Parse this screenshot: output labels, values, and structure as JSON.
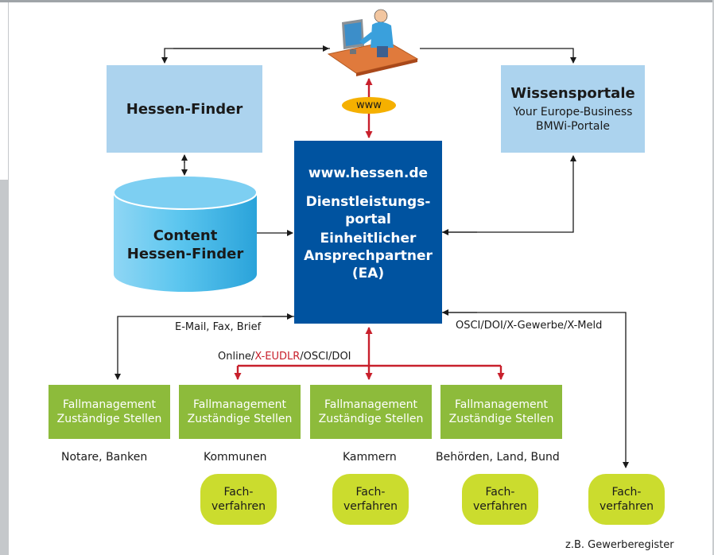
{
  "user_icon": "person-at-computer-icon",
  "www_label": "www",
  "hessen_finder": {
    "title": "Hessen-Finder"
  },
  "wissensportale": {
    "title": "Wissensportale",
    "line1": "Your Europe-Business",
    "line2": "BMWi-Portale"
  },
  "content_db": {
    "line1": "Content",
    "line2": "Hessen-Finder"
  },
  "portal": {
    "line1": "www.hessen.de",
    "line2": "Dienstleistungs-",
    "line3": "portal",
    "line4": "Einheitlicher",
    "line5": "Ansprechpartner",
    "line6": "(EA)"
  },
  "edge_labels": {
    "email": "E-Mail, Fax, Brief",
    "osci_right": "OSCI/DOI/X-Gewerbe/X-Meld",
    "online_prefix": "Online/",
    "online_red": "X-EUDLR",
    "online_suffix": "/OSCI/DOI"
  },
  "fallmanagement": [
    {
      "line1": "Fallmanagement",
      "line2": "Zuständige Stellen",
      "caption": "Notare, Banken"
    },
    {
      "line1": "Fallmanagement",
      "line2": "Zuständige Stellen",
      "caption": "Kommunen"
    },
    {
      "line1": "Fallmanagement",
      "line2": "Zuständige Stellen",
      "caption": "Kammern"
    },
    {
      "line1": "Fallmanagement",
      "line2": "Zuständige Stellen",
      "caption": "Behörden, Land, Bund"
    }
  ],
  "fachverfahren": [
    {
      "line1": "Fach-",
      "line2": "verfahren"
    },
    {
      "line1": "Fach-",
      "line2": "verfahren"
    },
    {
      "line1": "Fach-",
      "line2": "verfahren"
    },
    {
      "line1": "Fach-",
      "line2": "verfahren"
    }
  ],
  "footnote": "z.B. Gewerberegister",
  "colors": {
    "light_blue": "#acd3ee",
    "dark_blue": "#0053a0",
    "green": "#8dbb3b",
    "lime": "#cbdc2e",
    "www_orange": "#f5b000",
    "red_arrow": "#c8202c",
    "cylinder": "#4fbde9"
  }
}
